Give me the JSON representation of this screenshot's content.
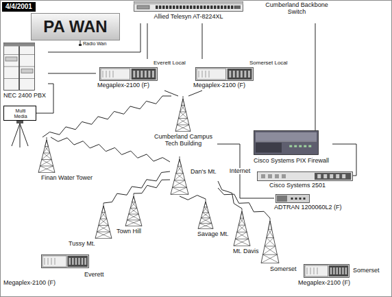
{
  "diagram": {
    "title": "PA WAN",
    "nodes": [
      {
        "text": [
          "Cumberland Backbone Switch",
          "Allied Telesyn AT-8224XL"
        ]
      },
      {
        "text": [
          "NEC 2400 PBX"
        ]
      },
      {
        "text": [
          "Everett Local",
          "Megaplex-2100 (F)"
        ]
      },
      {
        "text": [
          "Somerset Local",
          "Megaplex-2100 (F)"
        ]
      },
      {
        "text": [
          "Multi Media"
        ]
      },
      {
        "text": [
          "Cumberland Campus Tech Building"
        ]
      },
      {
        "text": [
          "Cisco Systems PIX Firewall"
        ]
      },
      {
        "text": [
          "Finan Water Tower"
        ]
      },
      {
        "text": [
          "Dan's Mt."
        ]
      },
      {
        "text": [
          "Cisco Systems 2501"
        ]
      },
      {
        "text": [
          "ADTRAN 1200060L2 (F)"
        ]
      },
      {
        "text": [
          "Town Hill"
        ]
      },
      {
        "text": [
          "Savage Mt."
        ]
      },
      {
        "text": [
          "Tussy Mt."
        ]
      },
      {
        "text": [
          "Mt. Davis"
        ]
      },
      {
        "text": [
          "Somerset"
        ]
      },
      {
        "text": [
          "Everett",
          "Megaplex-2100 (F)"
        ]
      },
      {
        "text": [
          "Somerset",
          "Megaplex-2100 (F)"
        ]
      }
    ],
    "edges": [
      {
        "from": 0,
        "to": 1,
        "arrow": "none"
      },
      {
        "from": 0,
        "to": 2,
        "arrow": "none"
      },
      {
        "from": 0,
        "to": 3,
        "arrow": "none"
      },
      {
        "from": 0,
        "to": 6,
        "arrow": "none"
      },
      {
        "from": 1,
        "to": 2,
        "arrow": "none"
      },
      {
        "from": 1,
        "to": 4,
        "arrow": "none"
      },
      {
        "from": 2,
        "to": 5,
        "arrow": "none"
      },
      {
        "from": 3,
        "to": 5,
        "arrow": "none"
      },
      {
        "from": 5,
        "to": 7,
        "arrow": "none"
      },
      {
        "from": 7,
        "to": 8,
        "arrow": "none"
      },
      {
        "from": 5,
        "to": 10,
        "label": "Internet",
        "arrow": "none"
      },
      {
        "from": 6,
        "to": 9,
        "arrow": "none"
      },
      {
        "from": 8,
        "to": 13,
        "arrow": "none"
      },
      {
        "from": 8,
        "to": 11,
        "arrow": "none"
      },
      {
        "from": 8,
        "to": 12,
        "arrow": "none"
      },
      {
        "from": 8,
        "to": 14,
        "arrow": "none"
      },
      {
        "from": 8,
        "to": 15,
        "arrow": "none"
      }
    ],
    "labels": [
      "4/4/2001",
      "Radio Wan"
    ]
  }
}
